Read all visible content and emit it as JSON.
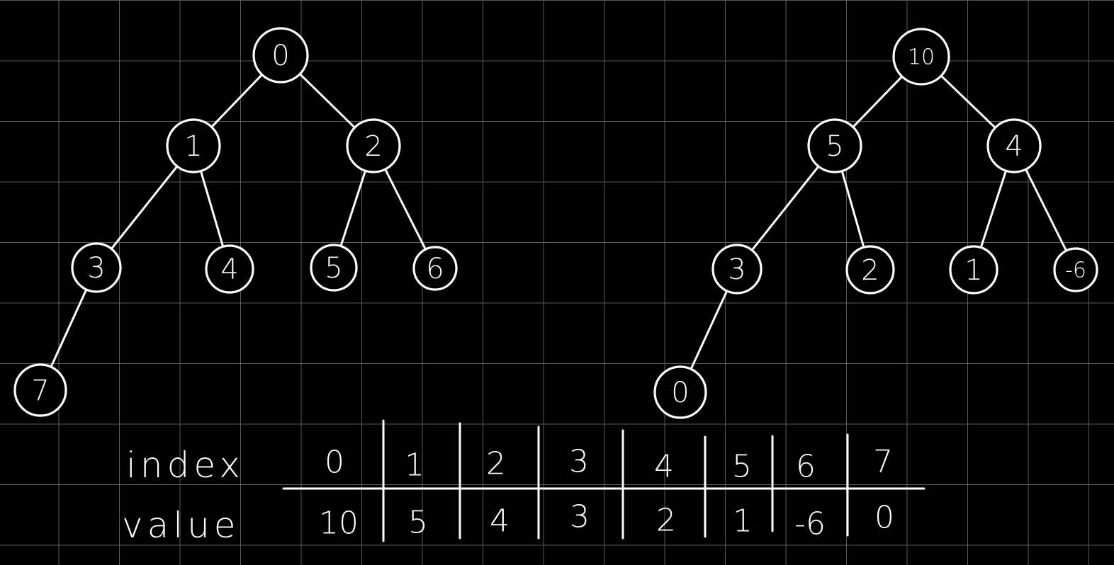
{
  "colors": {
    "background": "#000000",
    "grid": "#5a5a5a",
    "ink": "#ffffff"
  },
  "left_tree": {
    "nodes": [
      "0",
      "1",
      "2",
      "3",
      "4",
      "5",
      "6",
      "7"
    ],
    "edges": [
      [
        "0",
        "1"
      ],
      [
        "0",
        "2"
      ],
      [
        "1",
        "3"
      ],
      [
        "1",
        "4"
      ],
      [
        "2",
        "5"
      ],
      [
        "2",
        "6"
      ],
      [
        "3",
        "7"
      ]
    ]
  },
  "right_tree": {
    "nodes": [
      "10",
      "5",
      "4",
      "3",
      "2",
      "1",
      "-6",
      "0"
    ],
    "edges": [
      [
        0,
        1
      ],
      [
        0,
        2
      ],
      [
        1,
        3
      ],
      [
        1,
        4
      ],
      [
        2,
        5
      ],
      [
        2,
        6
      ],
      [
        3,
        7
      ]
    ]
  },
  "table": {
    "row_labels": [
      "index",
      "value"
    ],
    "index": [
      "0",
      "1",
      "2",
      "3",
      "4",
      "5",
      "6",
      "7"
    ],
    "value": [
      "10",
      "5",
      "4",
      "3",
      "2",
      "1",
      "-6",
      "0"
    ]
  }
}
